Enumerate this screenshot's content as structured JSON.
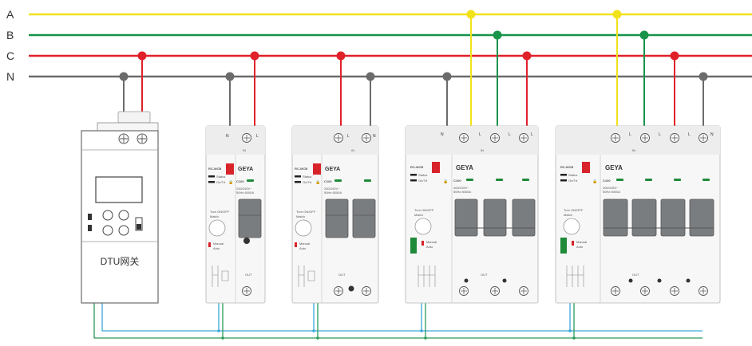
{
  "bus_lines": [
    {
      "label": "A",
      "color": "#f2e21a"
    },
    {
      "label": "B",
      "color": "#17934a"
    },
    {
      "label": "C",
      "color": "#e0212a"
    },
    {
      "label": "N",
      "color": "#6b6b6b"
    }
  ],
  "dtu": {
    "label": "DTU网关"
  },
  "breaker": {
    "brand": "GEYA",
    "model": "RC-MCB",
    "rating": "C100",
    "indicators": [
      "Status",
      "On/Trt"
    ],
    "turn_label": "Turn ON/OFF",
    "match_label": "Match",
    "manual_label": "Manual",
    "auto_label": "Auto",
    "in_label": "IN",
    "out_label": "OUT",
    "terminal_n": "N",
    "terminal_l": "L",
    "spec_1p": "230/240V~\n50Hz 6000A",
    "spec_3p": "400/415V~\n50Hz 6000A"
  },
  "colors": {
    "comm_blue": "#3aa7d9",
    "comm_green": "#2a9b5b",
    "brand_red": "#d8232a",
    "handle_gray": "#7a7d80",
    "led_green": "#1f8a3a"
  }
}
